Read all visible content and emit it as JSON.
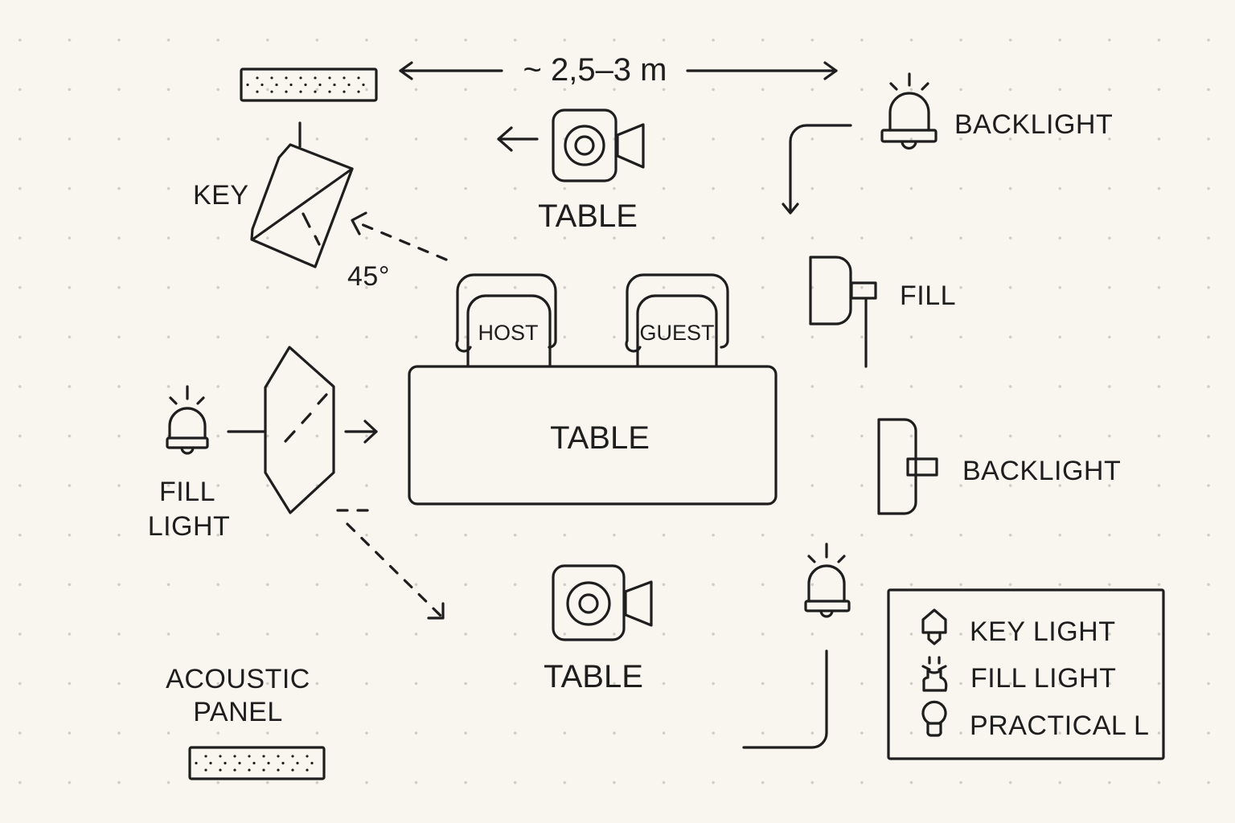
{
  "diagram": {
    "title": "Podcast studio lighting & camera layout",
    "distance_label": "~ 2,5–3 m",
    "angle_label": "45°",
    "colors": {
      "background": "#f8f6ef",
      "ink": "#1e1e1e",
      "grid_dot": "#cfccc5"
    }
  },
  "labels": {
    "key": "KEY",
    "camera_top": "TABLE",
    "camera_bottom": "TABLE",
    "backlight_top": "BACKLIGHT",
    "fill_right": "FILL",
    "backlight_right": "BACKLIGHT",
    "fill_light_line1": "FILL",
    "fill_light_line2": "LIGHT",
    "table": "TABLE",
    "host": "HOST",
    "guest": "GUEST",
    "acoustic_line1": "ACOUSTIC",
    "acoustic_line2": "PANEL"
  },
  "legend": {
    "items": [
      {
        "icon": "key-light-icon",
        "label": "KEY LIGHT"
      },
      {
        "icon": "fill-light-icon",
        "label": "FILL LIGHT"
      },
      {
        "icon": "practical-light-icon",
        "label": "PRACTICAL L"
      }
    ]
  },
  "icons": {
    "acoustic_panel": "dotted-rectangle",
    "softbox": "rotated-box",
    "camera": "video-camera",
    "light": "bell-lamp",
    "fill_head": "d-shaped-lamp",
    "diffuser": "hexagon-scrim",
    "chair": "chair-outline"
  }
}
